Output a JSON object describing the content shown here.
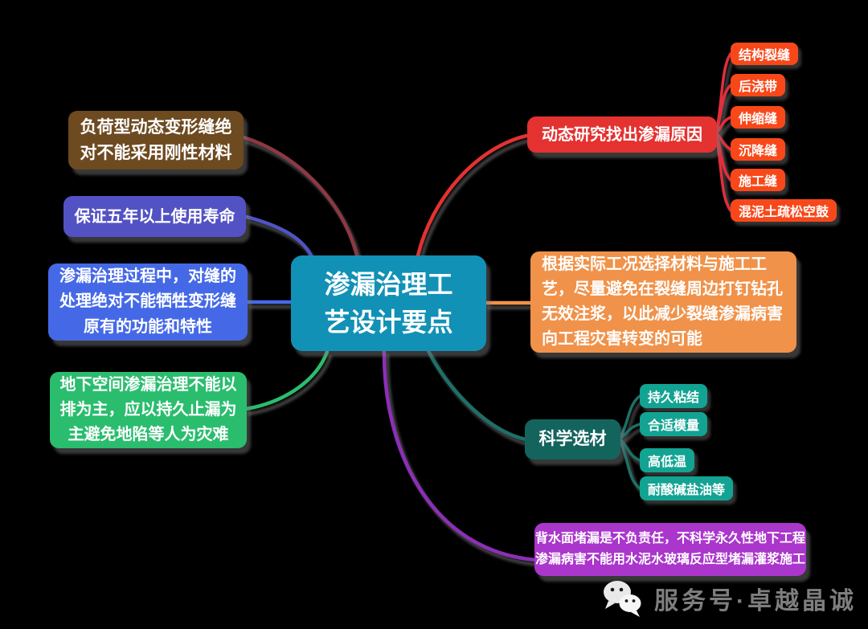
{
  "background_color": "#000000",
  "center": {
    "label": "渗漏治理工\n艺设计要点",
    "color": "#1191b5"
  },
  "left_branches": [
    {
      "label": "负荷型动态变形缝绝\n对不能采用刚性材料",
      "color": "#6d4a20",
      "connector_color": "#8d3742"
    },
    {
      "label": "保证五年以上使用寿命",
      "color": "#5352c4",
      "connector_color": "#4f52c6"
    },
    {
      "label": "渗漏治理过程中，对缝的\n处理绝对不能牺牲变形缝\n原有的功能和特性",
      "color": "#4569e6",
      "connector_color": "#4569e6"
    },
    {
      "label": "地下空间渗漏治理不能以\n排为主，应以持久止漏为\n主避免地陷等人为灾难",
      "color": "#2abd6e",
      "connector_color": "#2abd6e"
    }
  ],
  "right_branches": [
    {
      "label": "动态研究找出渗漏原因",
      "color": "#e33230",
      "connector_color": "#e33230",
      "child_color": "#f8481a",
      "child_connector_color": "#e02f3c",
      "children": [
        "结构裂缝",
        "后浇带",
        "伸缩缝",
        "沉降缝",
        "施工缝",
        "混泥土疏松空鼓"
      ]
    },
    {
      "label": "根据实际工况选择材料与施工工\n艺，尽量避免在裂缝周边打钉钻孔\n无效注浆，以此减少裂缝渗漏病害\n向工程灾害转变的可能",
      "color": "#f0924a",
      "connector_color": "#f0924a"
    },
    {
      "label": "科学选材",
      "color": "#14645e",
      "connector_color": "#1b6f68",
      "child_color": "#13a392",
      "child_connector_color": "#1b6f68",
      "children": [
        "持久粘结",
        "合适模量",
        "高低温",
        "耐酸碱盐油等"
      ]
    },
    {
      "label": "背水面堵漏是不负责任，不科学永久性地下工程\n渗漏病害不能用水泥水玻璃反应型堵漏灌浆施工",
      "color": "#aa36cc",
      "connector_color": "#8d2fb8"
    }
  ],
  "footer": {
    "label": "服务号·卓越晶诚",
    "text_color": "#7e7e7e",
    "icon": "wechat-icon"
  }
}
